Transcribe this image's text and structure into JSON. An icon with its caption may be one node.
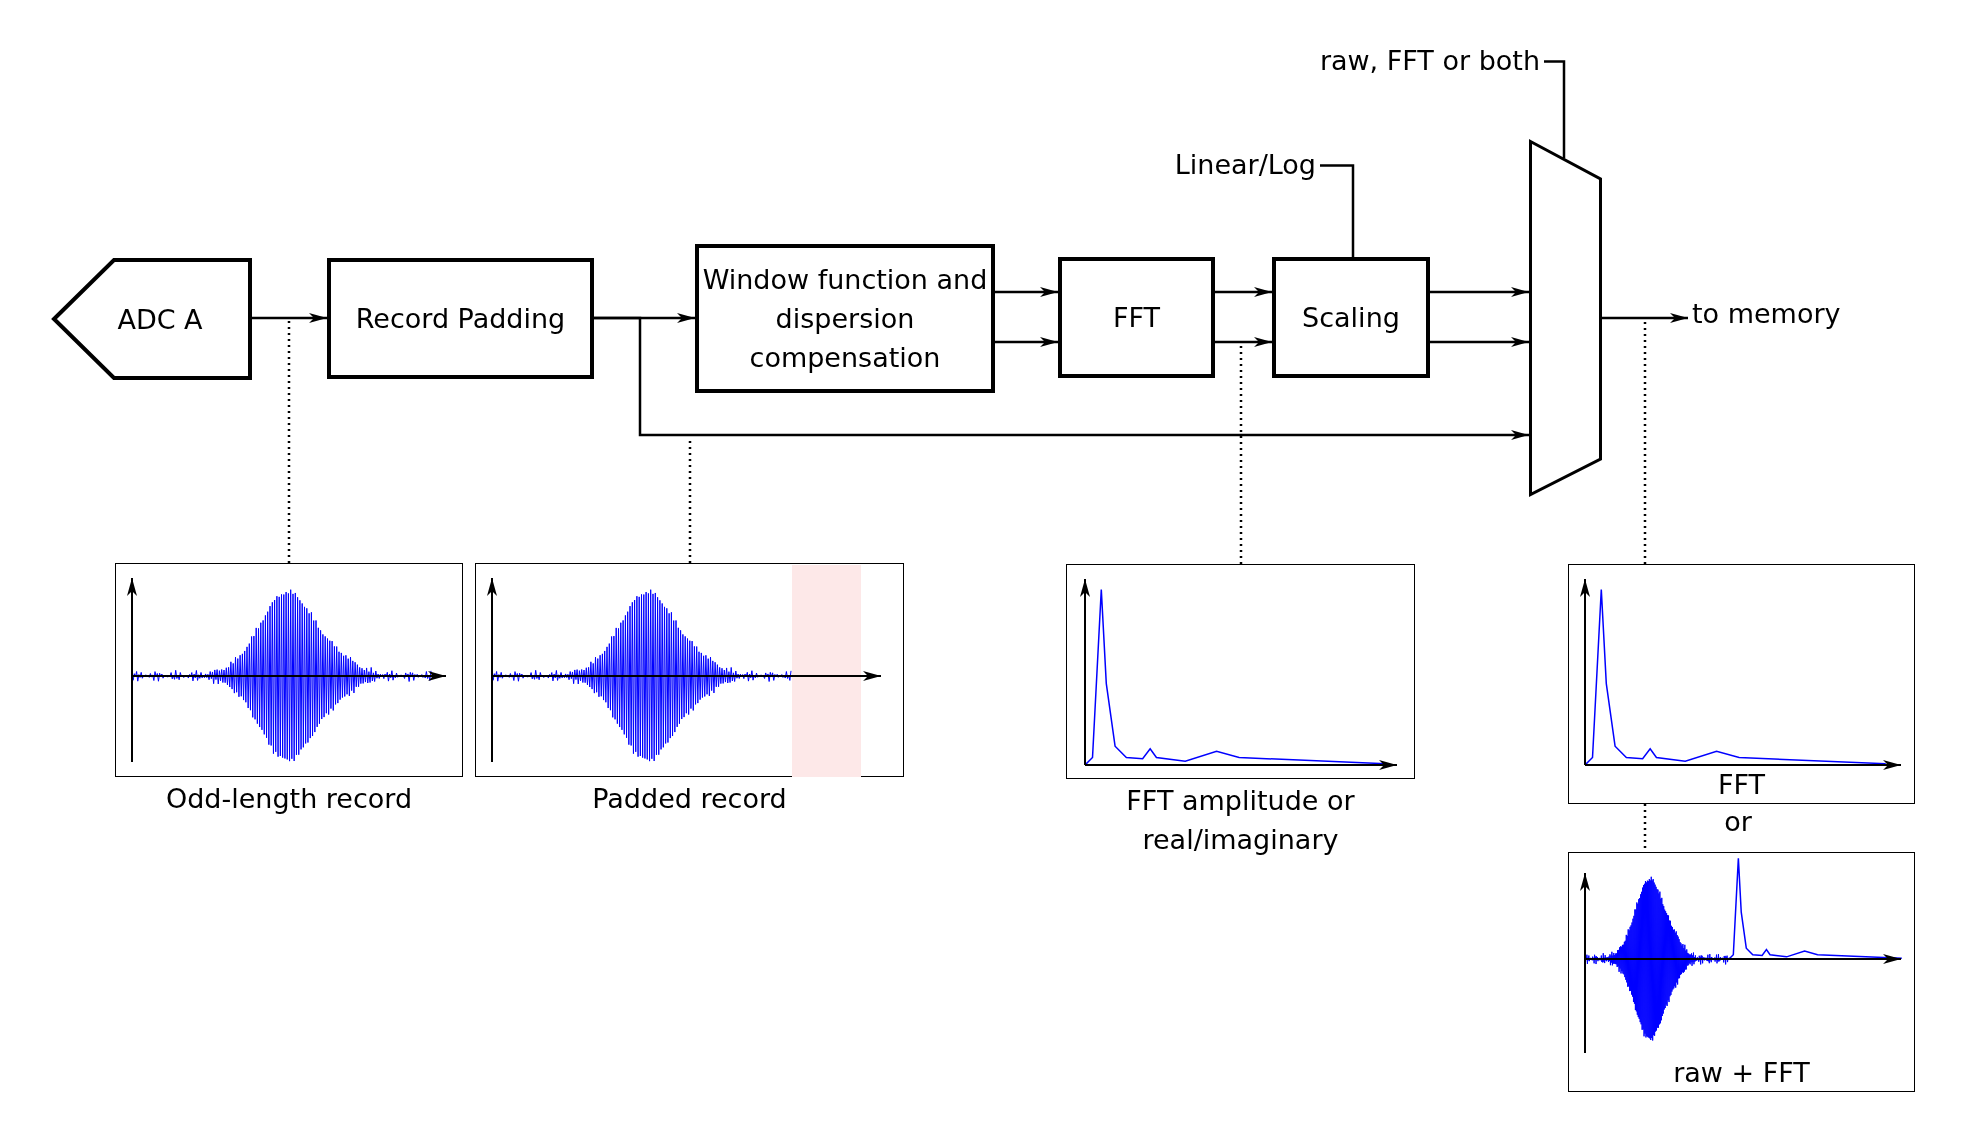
{
  "diagram": {
    "nodes": [
      {
        "text": [
          "ADC A"
        ]
      },
      {
        "text": [
          "Record Padding"
        ]
      },
      {
        "text": [
          "Window function and dispersion compensation"
        ]
      },
      {
        "text": [
          "FFT"
        ]
      },
      {
        "text": [
          "Scaling"
        ]
      },
      {
        "text": [],
        "shape": "trapezoid"
      },
      {
        "text": [
          "Linear/Log"
        ]
      },
      {
        "text": [
          "raw, FFT or both"
        ]
      },
      {
        "text": [
          "to memory"
        ]
      },
      {
        "text": [
          "Odd-length record"
        ]
      },
      {
        "text": [
          "Padded record"
        ]
      },
      {
        "text": [
          "FFT amplitude or real/imaginary"
        ]
      },
      {
        "text": [
          "FFT"
        ]
      },
      {
        "text": [
          "raw + FFT"
        ]
      }
    ],
    "edges": [
      {
        "from": 0,
        "to": 1,
        "arrow": "to"
      },
      {
        "from": 1,
        "to": 2,
        "arrow": "to"
      },
      {
        "from": 1,
        "to": 5,
        "arrow": "to"
      },
      {
        "from": 2,
        "to": 3,
        "arrow": "to"
      },
      {
        "from": 2,
        "to": 3,
        "arrow": "to"
      },
      {
        "from": 3,
        "to": 4,
        "arrow": "to"
      },
      {
        "from": 3,
        "to": 4,
        "arrow": "to"
      },
      {
        "from": 4,
        "to": 5,
        "arrow": "to"
      },
      {
        "from": 4,
        "to": 5,
        "arrow": "to"
      },
      {
        "from": 6,
        "to": 4,
        "arrow": "none"
      },
      {
        "from": 7,
        "to": 5,
        "arrow": "none"
      },
      {
        "from": 5,
        "to": 8,
        "arrow": "to"
      },
      {
        "from": 9,
        "to": null,
        "arrow": "none",
        "style": "dashed"
      },
      {
        "from": 10,
        "to": null,
        "arrow": "none",
        "style": "dashed"
      },
      {
        "from": 11,
        "to": null,
        "arrow": "none",
        "style": "dashed"
      },
      {
        "from": 12,
        "to": null,
        "arrow": "none",
        "style": "dashed"
      },
      {
        "from": 12,
        "to": 13,
        "arrow": "none",
        "style": "dashed"
      }
    ],
    "labels": [
      "or"
    ]
  }
}
